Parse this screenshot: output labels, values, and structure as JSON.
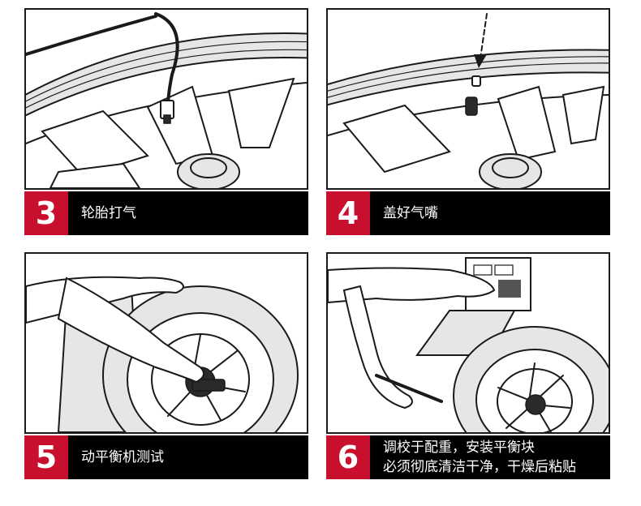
{
  "steps": [
    {
      "number": "3",
      "lines": [
        "轮胎打气"
      ]
    },
    {
      "number": "4",
      "lines": [
        "盖好气嘴"
      ]
    },
    {
      "number": "5",
      "lines": [
        "动平衡机测试"
      ]
    },
    {
      "number": "6",
      "lines": [
        "调校于配重，安装平衡块",
        "必须彻底清洁干净，干燥后粘贴"
      ]
    }
  ],
  "colors": {
    "accent": "#c8102e",
    "caption_bg": "#000000",
    "caption_text": "#ffffff"
  }
}
